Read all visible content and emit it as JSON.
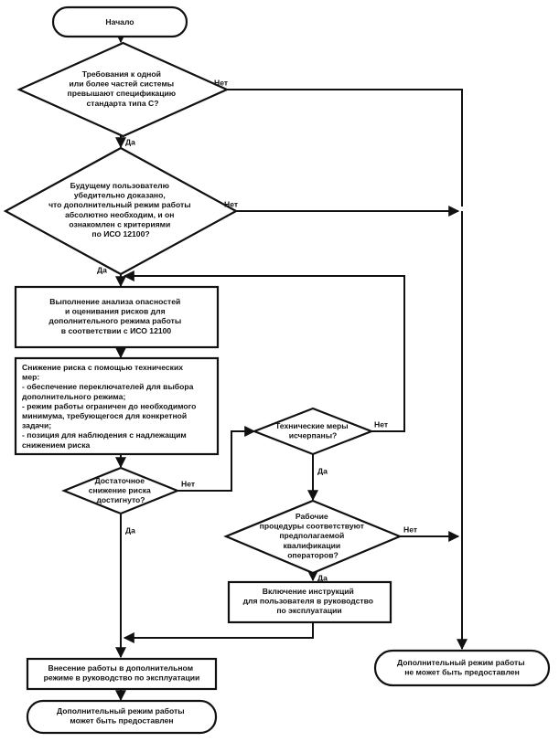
{
  "diagram": {
    "title": "Блок-схема оценки дополнительного режима работы",
    "language": "ru",
    "colors": {
      "background": "#ffffff",
      "stroke": "#111111",
      "fill": "#ffffff"
    }
  },
  "nodes": {
    "start": {
      "type": "terminator",
      "lines": [
        "Начало"
      ]
    },
    "decision_type_c": {
      "type": "decision",
      "lines": [
        "Требования к одной",
        "или более частей системы",
        "превышают спецификацию",
        "стандарта типа C?"
      ]
    },
    "decision_user_proof": {
      "type": "decision",
      "lines": [
        "Будущему пользователю",
        "убедительно доказано,",
        "что дополнительный режим работы",
        "абсолютно необходим, и он",
        "ознакомлен с критериями",
        "по ИСО 12100?"
      ]
    },
    "process_hazard_analysis": {
      "type": "process",
      "lines": [
        "Выполнение анализа опасностей",
        "и оценивания рисков для",
        "дополнительного режима работы",
        "в соответствии с ИСО 12100"
      ]
    },
    "process_risk_reduction": {
      "type": "process",
      "lines": [
        "    Снижение риска с помощью технических",
        "мер:",
        "- обеспечение переключателей для выбора",
        "дополнительного режима;",
        "- режим работы ограничен до необходимого",
        "минимума, требующегося для конкретной",
        "задачи;",
        "- позиция для наблюдения с надлежащим",
        "снижением риска"
      ]
    },
    "decision_risk_reduced": {
      "type": "decision",
      "lines": [
        "Достаточное",
        "снижение риска",
        "достигнуто?"
      ]
    },
    "decision_tech_exhausted": {
      "type": "decision",
      "lines": [
        "Технические меры",
        "исчерпаны?"
      ]
    },
    "decision_procedures_match": {
      "type": "decision",
      "lines": [
        "Рабочие",
        "процедуры соответствуют",
        "предполагаемой",
        "квалификации",
        "операторов?"
      ]
    },
    "process_instructions": {
      "type": "process",
      "lines": [
        "Включение инструкций",
        "для пользователя в руководство",
        "по эксплуатации"
      ]
    },
    "process_record_mode": {
      "type": "process",
      "lines": [
        "Внесение работы в дополнительном",
        "режиме в руководство по эксплуатации"
      ]
    },
    "end_allowed": {
      "type": "terminator",
      "lines": [
        "Дополнительный режим работы",
        "может быть предоставлен"
      ]
    },
    "end_denied": {
      "type": "terminator",
      "lines": [
        "Дополнительный режим работы",
        "не может быть предоставлен"
      ]
    }
  },
  "edge_labels": {
    "no_1": "Нет",
    "yes_1": "Да",
    "no_2": "Нет",
    "yes_2": "Да",
    "no_3": "Нет",
    "yes_3": "Да",
    "no_4": "Нет",
    "yes_4": "Да",
    "no_5": "Нет",
    "yes_5": "Да"
  }
}
